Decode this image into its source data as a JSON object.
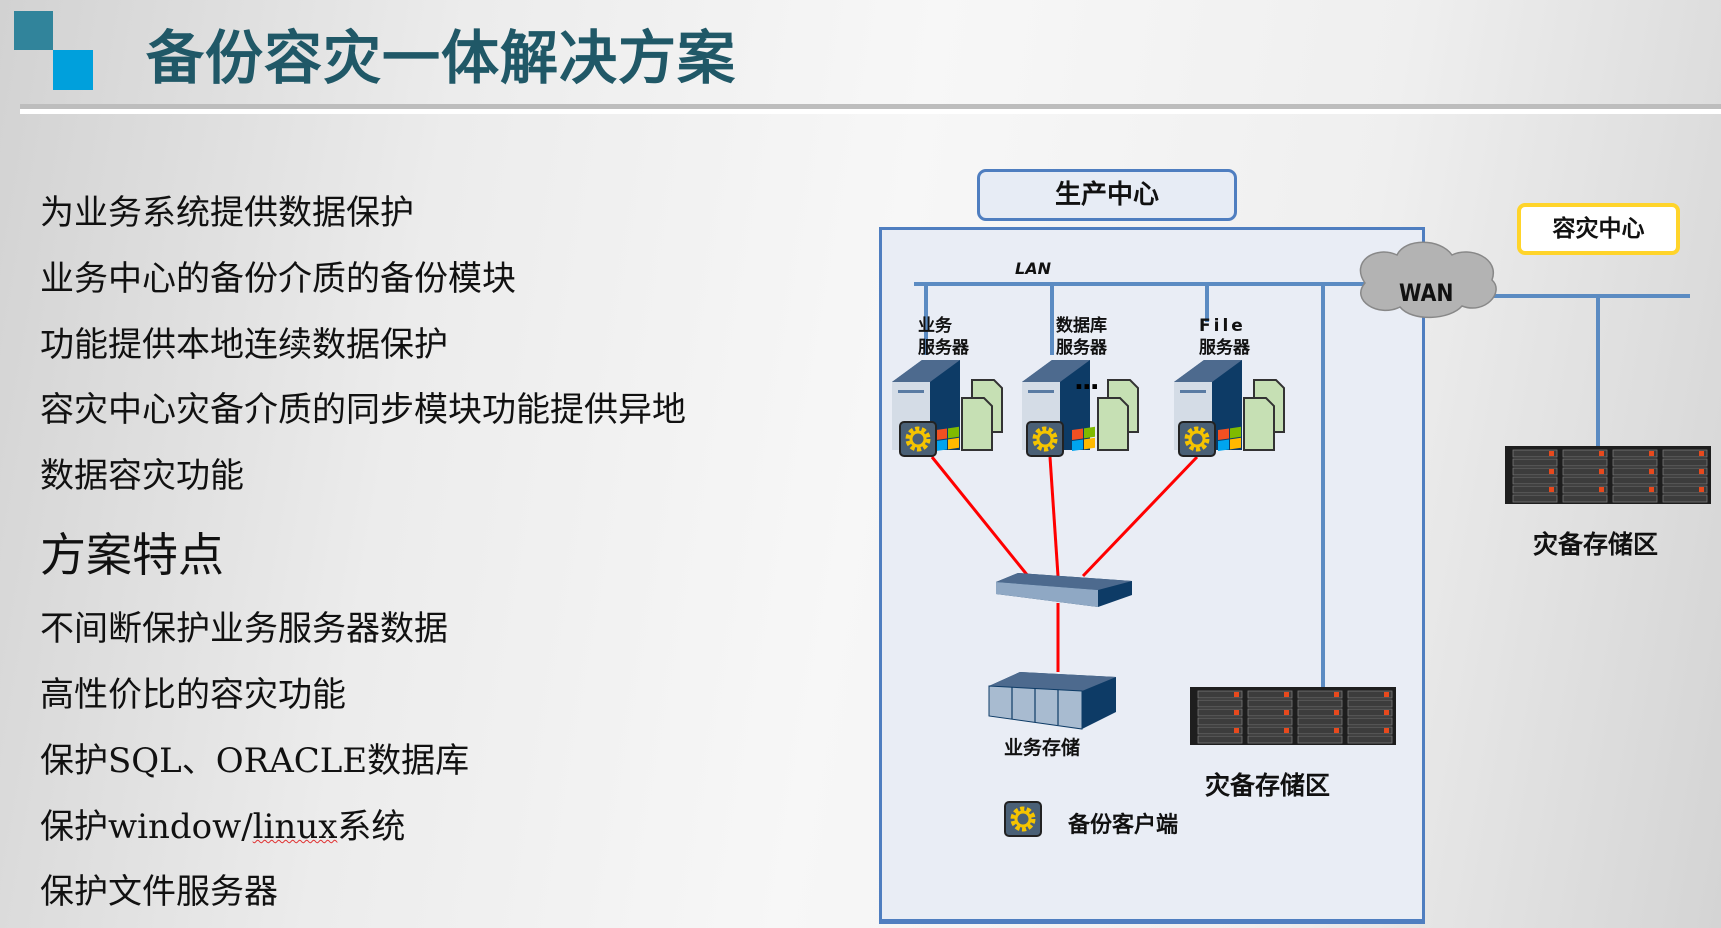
{
  "title": "备份容灾一体解决方案",
  "intro_bullets": [
    "为业务系统提供数据保护",
    "业务中心的备份介质的备份模块",
    "功能提供本地连续数据保护",
    "容灾中心灾备介质的同步模块功能提供异地",
    "数据容灾功能"
  ],
  "features_heading": "方案特点",
  "feature_bullets": {
    "item1": "不间断保护业务服务器数据",
    "item2": "高性价比的容灾功能",
    "item3": "保护SQL、ORACLE数据库",
    "item4_prefix": "保护window/",
    "item4_spell": "linux",
    "item4_suffix": "系统",
    "item5": "保护文件服务器"
  },
  "diagram": {
    "production_center": "生产中心",
    "dr_center": "容灾中心",
    "lan": "LAN",
    "wan": "WAN",
    "servers": [
      {
        "line1": "业务",
        "line2": "服务器"
      },
      {
        "line1": "数据库",
        "line2": "服务器"
      },
      {
        "line1": "File",
        "line2": "服务器"
      }
    ],
    "ellipsis": "...",
    "business_storage": "业务存储",
    "local_dr_storage": "灾备存储区",
    "remote_dr_storage": "灾备存储区",
    "legend_backup_client": "备份客户端"
  },
  "colors": {
    "title": "#205867",
    "network_line": "#5b8bc2",
    "san_line": "#ff0000",
    "production_border": "#4f7ec0",
    "dr_border": "#ffd42a"
  }
}
